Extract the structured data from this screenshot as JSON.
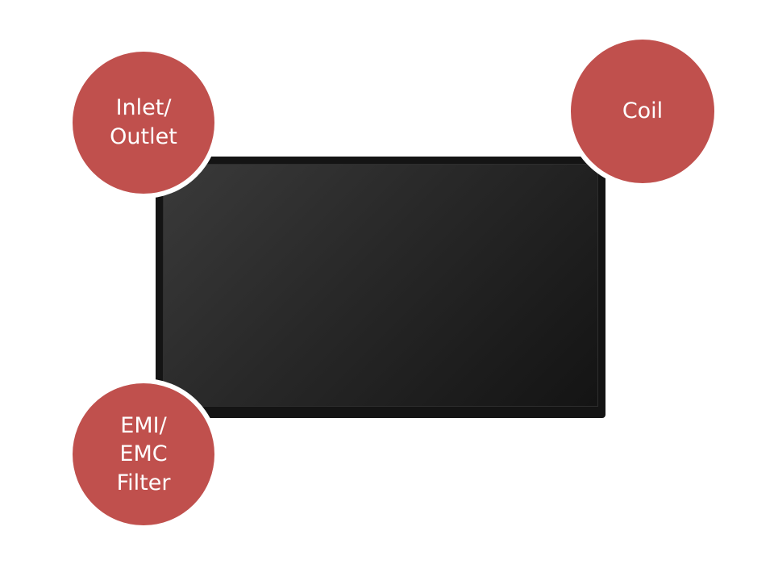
{
  "diagram": {
    "device": {
      "description_icon": "flat-panel-display"
    },
    "labels": {
      "inlet_outlet": "Inlet/\nOutlet",
      "coil": "Coil",
      "emi_emc_filter": "EMI/\nEMC\nFilter"
    },
    "colors": {
      "badge_fill": "#c0504d",
      "badge_border": "#ffffff",
      "badge_text": "#ffffff",
      "panel_body": "#141414"
    }
  }
}
